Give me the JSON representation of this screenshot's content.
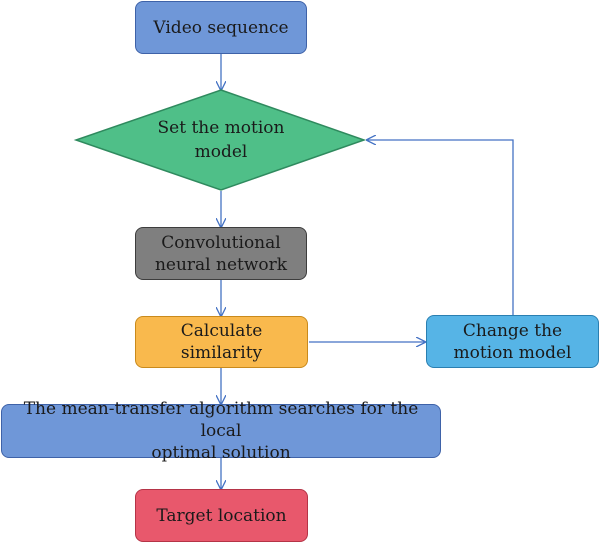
{
  "colors": {
    "edge": "#4472c4",
    "video_sequence": "#6f97d8",
    "video_sequence_border": "#3e62a8",
    "motion_model": "#4fbf88",
    "motion_model_border": "#2f8a5e",
    "cnn": "#7f7f7f",
    "cnn_border": "#3d3d3d",
    "similarity": "#f9b94d",
    "similarity_border": "#c98a1c",
    "change_model": "#56b4e6",
    "change_model_border": "#2a7fb1",
    "mean_transfer": "#6f97d8",
    "mean_transfer_border": "#3e62a8",
    "target": "#e8586c",
    "target_border": "#b53447"
  },
  "nodes": {
    "video_sequence": "Video sequence",
    "motion_model_line1": "Set the motion",
    "motion_model_line2": "model",
    "cnn_line1": "Convolutional",
    "cnn_line2": "neural network",
    "similarity_line1": "Calculate",
    "similarity_line2": "similarity",
    "change_model_line1": "Change the",
    "change_model_line2": "motion model",
    "mean_transfer_line1": "The mean-transfer algorithm searches for the local",
    "mean_transfer_line2": "optimal solution",
    "target": "Target location"
  }
}
